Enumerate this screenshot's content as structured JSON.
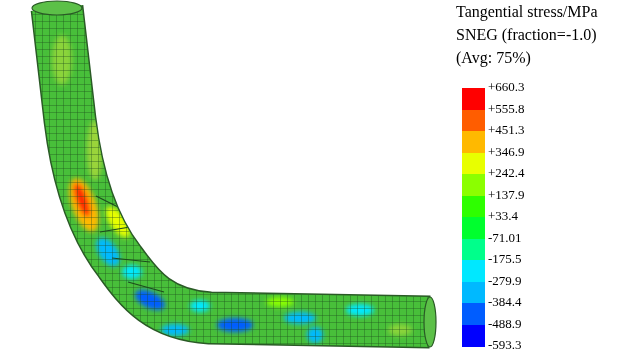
{
  "diagram": {
    "title": "Tangential stress/MPa",
    "labels": [
      "SNEG (fraction=-1.0)",
      "(Avg: 75%)",
      "-593.3"
    ],
    "legend": [
      {
        "text": "+660.3",
        "color": "#ff0000"
      },
      {
        "text": "+555.8",
        "color": "#ff5d00"
      },
      {
        "text": "+451.3",
        "color": "#ffb900"
      },
      {
        "text": "+346.9",
        "color": "#e8ff00"
      },
      {
        "text": "+242.4",
        "color": "#8bff00"
      },
      {
        "text": "+137.9",
        "color": "#2eff00"
      },
      {
        "text": "+33.4",
        "color": "#00ff2e"
      },
      {
        "text": "-71.01",
        "color": "#00ff8b"
      },
      {
        "text": "-175.5",
        "color": "#00e8ff"
      },
      {
        "text": "-279.9",
        "color": "#00b9ff"
      },
      {
        "text": "-384.4",
        "color": "#005dff"
      },
      {
        "text": "-488.9",
        "color": "#0000ff"
      }
    ]
  }
}
